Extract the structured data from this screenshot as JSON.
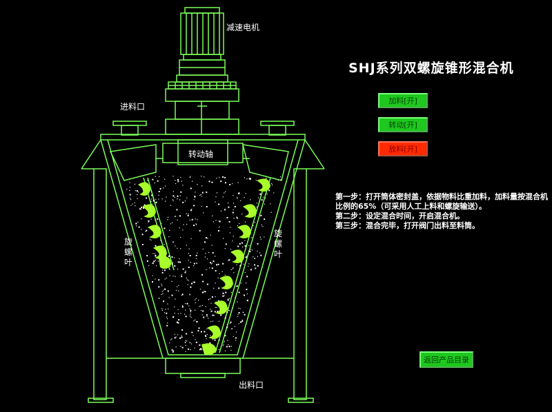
{
  "title": "SHJ系列双螺旋锥形混合机",
  "labels": {
    "motor": "减速电机",
    "inlet": "进料口",
    "shaft": "转动轴",
    "blade_left": "旋螺叶",
    "blade_right": "旋螺叶",
    "outlet": "出料口"
  },
  "buttons": {
    "feed": "加料[开]",
    "rotate": "转动[开]",
    "discharge": "放料[开]",
    "return": "返回产品目录"
  },
  "steps": [
    "第一步：打开筒体密封盖，依据物料比重加料，加料量按混合机",
    "比例的65%（可采用人工上料和螺旋输送）。",
    "第二步：设定混合时间，开启混合机。",
    "第三步：混合完毕，打开阀门出料至料筒。"
  ],
  "colors": {
    "outline": "#7cff5a",
    "button_green": "#1ec81e",
    "button_red": "#ff2a00",
    "screw": "#a8ff2a"
  }
}
